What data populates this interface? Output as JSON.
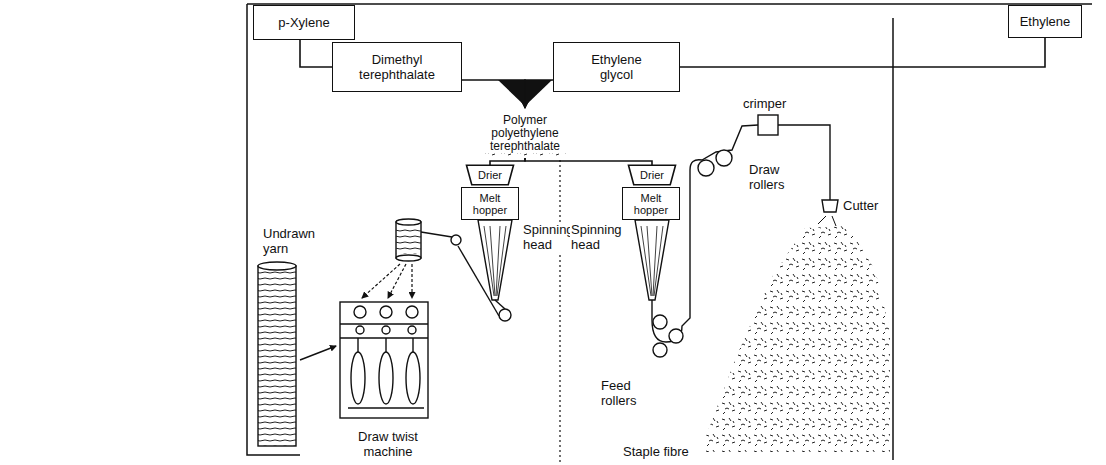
{
  "diagram": {
    "nodes": [
      {
        "text": [
          "p-Xylene"
        ]
      },
      {
        "text": [
          "Ethylene"
        ]
      },
      {
        "text": [
          "Dimethyl terephthalate"
        ]
      },
      {
        "text": [
          "Ethylene glycol"
        ]
      },
      {
        "text": [
          "Polymer polyethylene terephthalate"
        ]
      },
      {
        "text": [
          "Drier"
        ]
      },
      {
        "text": [
          "Melt hopper"
        ]
      },
      {
        "text": [
          "Drier"
        ]
      },
      {
        "text": [
          "Melt hopper"
        ]
      }
    ],
    "edges": [
      {
        "from": 0,
        "to": 2,
        "arrow": "none"
      },
      {
        "from": 1,
        "to": 3,
        "arrow": "none"
      },
      {
        "from": 2,
        "to": 4,
        "arrow": "to"
      },
      {
        "from": 3,
        "to": 4,
        "arrow": "to"
      },
      {
        "from": 4,
        "to": 5,
        "arrow": "none"
      },
      {
        "from": 4,
        "to": 7,
        "arrow": "none"
      }
    ],
    "labels": [
      "Undrawn yarn",
      "Spinning head",
      "Draw twist machine",
      "Spinning head",
      "Feed rollers",
      "crimper",
      "Draw rollers",
      "Cutter",
      "Staple fibre"
    ]
  }
}
